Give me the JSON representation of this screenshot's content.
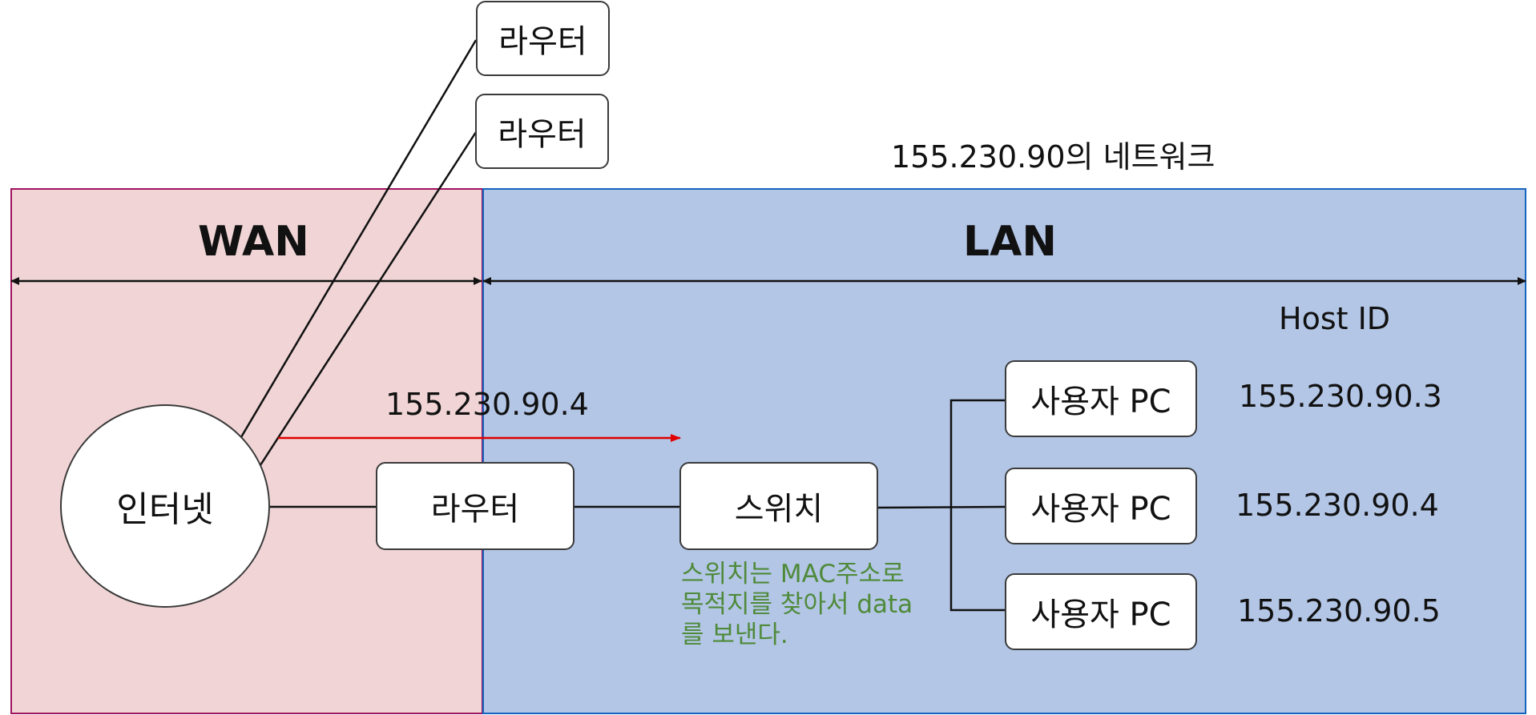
{
  "colors": {
    "wan_fill": "#f1d5d6",
    "lan_fill": "#b3c6e6",
    "arrow_red": "#e00000",
    "note_green": "#4f8a3a"
  },
  "wan_label": "WAN",
  "lan_label": "LAN",
  "network_title": "155.230.90의 네트워크",
  "host_id_label": "Host ID",
  "internet_label": "인터넷",
  "outer_routers": [
    "라우터",
    "라우터"
  ],
  "main_router_label": "라우터",
  "switch_label": "스위치",
  "arrow_ip": "155.230.90.4",
  "switch_note_lines": [
    "스위치는 MAC주소로",
    "목적지를 찾아서 data",
    "를 보낸다."
  ],
  "pcs": [
    {
      "label": "사용자 PC",
      "ip": "155.230.90.3"
    },
    {
      "label": "사용자 PC",
      "ip": "155.230.90.4"
    },
    {
      "label": "사용자 PC",
      "ip": "155.230.90.5"
    }
  ]
}
